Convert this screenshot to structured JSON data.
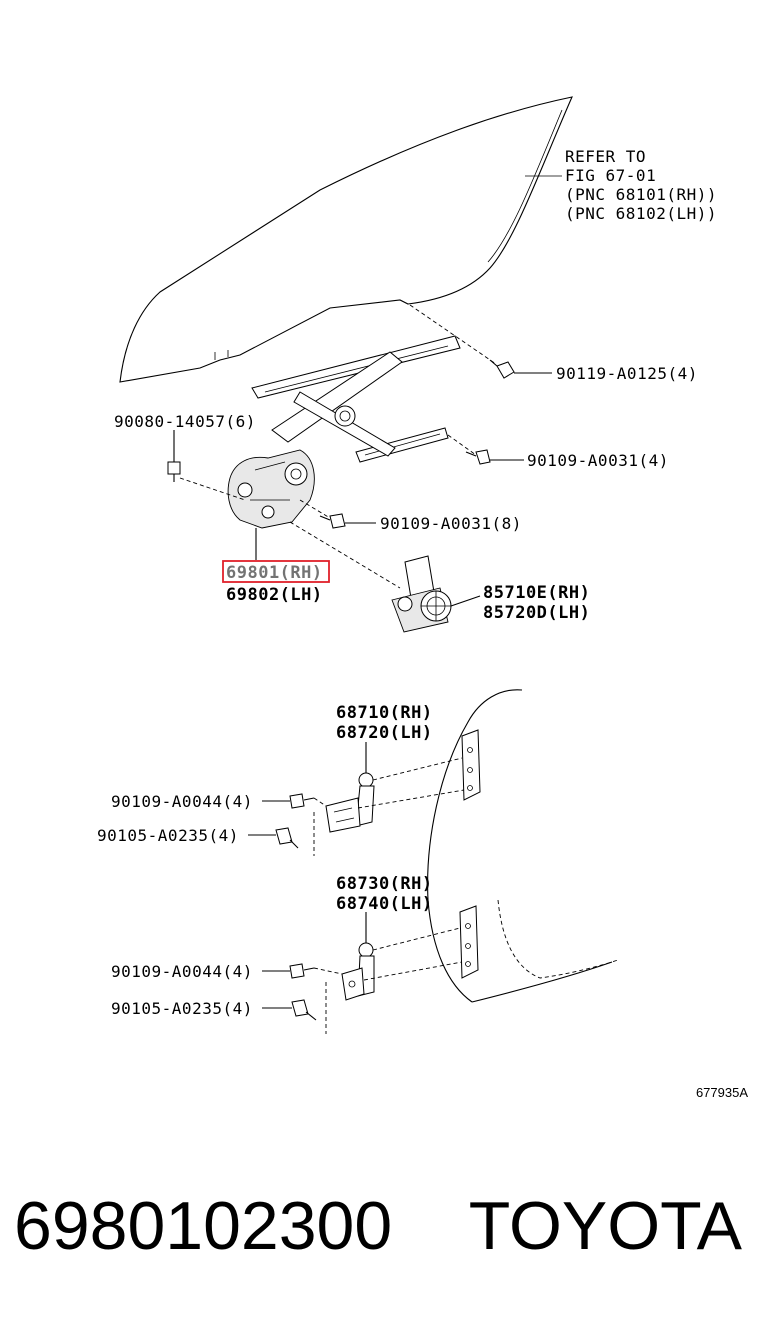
{
  "reference": {
    "line1": "REFER TO",
    "line2": "FIG 67-01",
    "line3": "(PNC 68101(RH))",
    "line4": "(PNC 68102(LH))"
  },
  "labels": {
    "bolt_top_right": "90119-A0125(4)",
    "bolt_left": "90080-14057(6)",
    "bolt_rail": "90109-A0031(4)",
    "bolt_center": "90109-A0031(8)",
    "regulator_rh": "69801(RH)",
    "regulator_lh": "69802(LH)",
    "motor_rh": "85710E(RH)",
    "motor_lh": "85720D(LH)",
    "upper_hinge_rh": "68710(RH)",
    "upper_hinge_lh": "68720(LH)",
    "upper_bolt_a": "90109-A0044(4)",
    "upper_bolt_b": "90105-A0235(4)",
    "lower_hinge_rh": "68730(RH)",
    "lower_hinge_lh": "68740(LH)",
    "lower_bolt_a": "90109-A0044(4)",
    "lower_bolt_b": "90105-A0235(4)"
  },
  "figure_code": "677935A",
  "highlight_color": "#e0202a",
  "footer": {
    "part_number": "6980102300",
    "brand": "TOYOTA"
  }
}
